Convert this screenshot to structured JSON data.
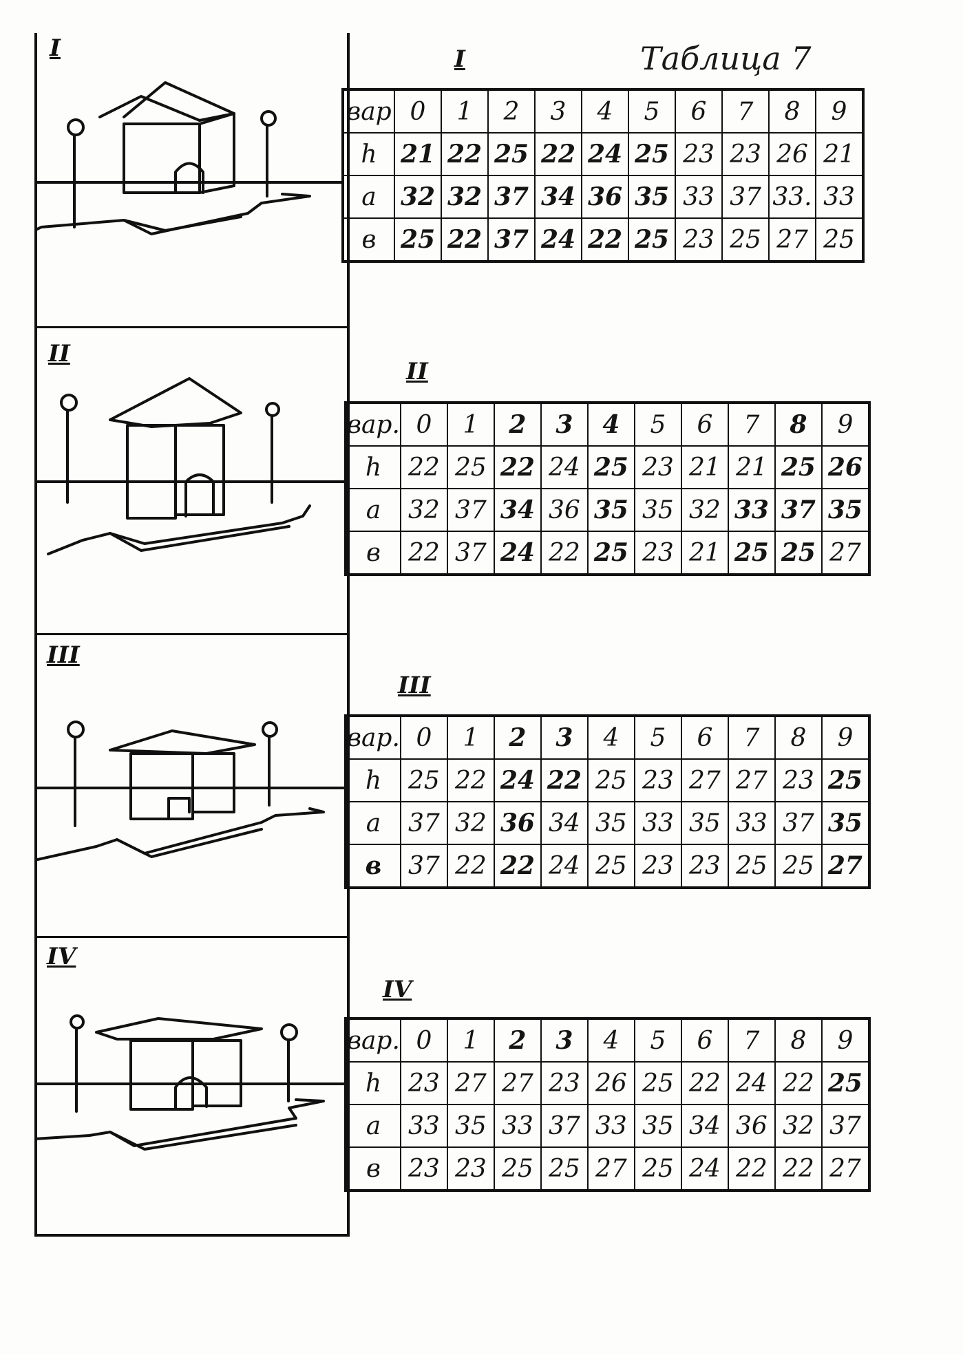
{
  "title": "Таблица 7",
  "panel_labels": [
    "I",
    "II",
    "III",
    "IV"
  ],
  "tables": [
    {
      "numeral": "I",
      "header_label": "вар",
      "columns": [
        "0",
        "1",
        "2",
        "3",
        "4",
        "5",
        "6",
        "7",
        "8",
        "9"
      ],
      "rows": [
        {
          "label": "h",
          "values": [
            "21",
            "22",
            "25",
            "22",
            "24",
            "25",
            "23",
            "23",
            "26",
            "21"
          ]
        },
        {
          "label": "a",
          "values": [
            "32",
            "32",
            "37",
            "34",
            "36",
            "35",
            "33",
            "37",
            "33.",
            "33"
          ]
        },
        {
          "label": "в",
          "values": [
            "25",
            "22",
            "37",
            "24",
            "22",
            "25",
            "23",
            "25",
            "27",
            "25"
          ]
        }
      ]
    },
    {
      "numeral": "II",
      "header_label": "вар.",
      "columns": [
        "0",
        "1",
        "2",
        "3",
        "4",
        "5",
        "6",
        "7",
        "8",
        "9"
      ],
      "rows": [
        {
          "label": "h",
          "values": [
            "22",
            "25",
            "22",
            "24",
            "25",
            "23",
            "21",
            "21",
            "25",
            "26"
          ]
        },
        {
          "label": "a",
          "values": [
            "32",
            "37",
            "34",
            "36",
            "35",
            "35",
            "32",
            "33",
            "37",
            "35"
          ]
        },
        {
          "label": "в",
          "values": [
            "22",
            "37",
            "24",
            "22",
            "25",
            "23",
            "21",
            "25",
            "25",
            "27"
          ]
        }
      ]
    },
    {
      "numeral": "III",
      "header_label": "вар.",
      "columns": [
        "0",
        "1",
        "2",
        "3",
        "4",
        "5",
        "6",
        "7",
        "8",
        "9"
      ],
      "rows": [
        {
          "label": "h",
          "values": [
            "25",
            "22",
            "24",
            "22",
            "25",
            "23",
            "27",
            "27",
            "23",
            "25"
          ]
        },
        {
          "label": "a",
          "values": [
            "37",
            "32",
            "36",
            "34",
            "35",
            "33",
            "35",
            "33",
            "37",
            "35"
          ]
        },
        {
          "label": "в",
          "values": [
            "37",
            "22",
            "22",
            "24",
            "25",
            "23",
            "23",
            "25",
            "25",
            "27"
          ]
        }
      ]
    },
    {
      "numeral": "IV",
      "header_label": "вар.",
      "columns": [
        "0",
        "1",
        "2",
        "3",
        "4",
        "5",
        "6",
        "7",
        "8",
        "9"
      ],
      "rows": [
        {
          "label": "h",
          "values": [
            "23",
            "27",
            "27",
            "23",
            "26",
            "25",
            "22",
            "24",
            "22",
            "25"
          ]
        },
        {
          "label": "a",
          "values": [
            "33",
            "35",
            "33",
            "37",
            "33",
            "35",
            "34",
            "36",
            "32",
            "37"
          ]
        },
        {
          "label": "в",
          "values": [
            "23",
            "23",
            "25",
            "25",
            "27",
            "25",
            "24",
            "22",
            "22",
            "27"
          ]
        }
      ]
    }
  ]
}
